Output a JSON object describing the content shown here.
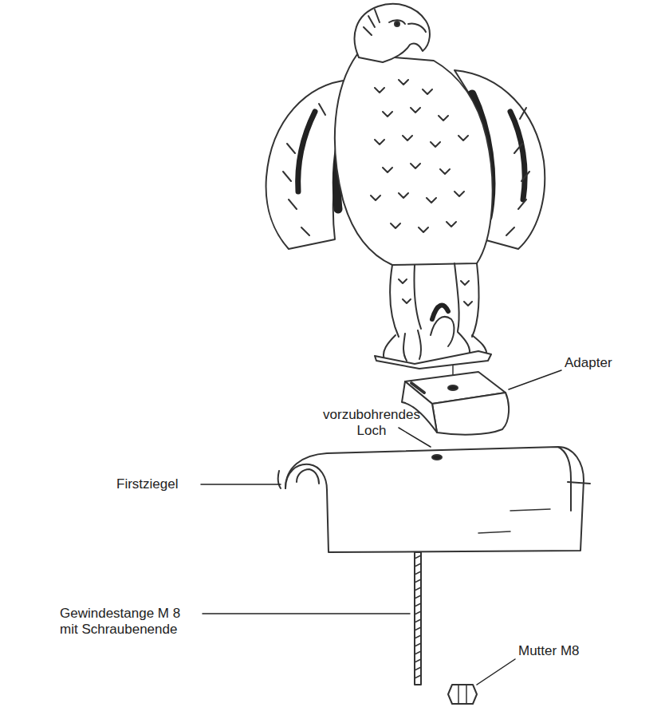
{
  "diagram": {
    "labels": [
      "Adapter",
      "vorzubohrendes Loch",
      "Firstziegel",
      "Gewindestange M 8 mit Schraubenende",
      "Mutter M8"
    ]
  }
}
